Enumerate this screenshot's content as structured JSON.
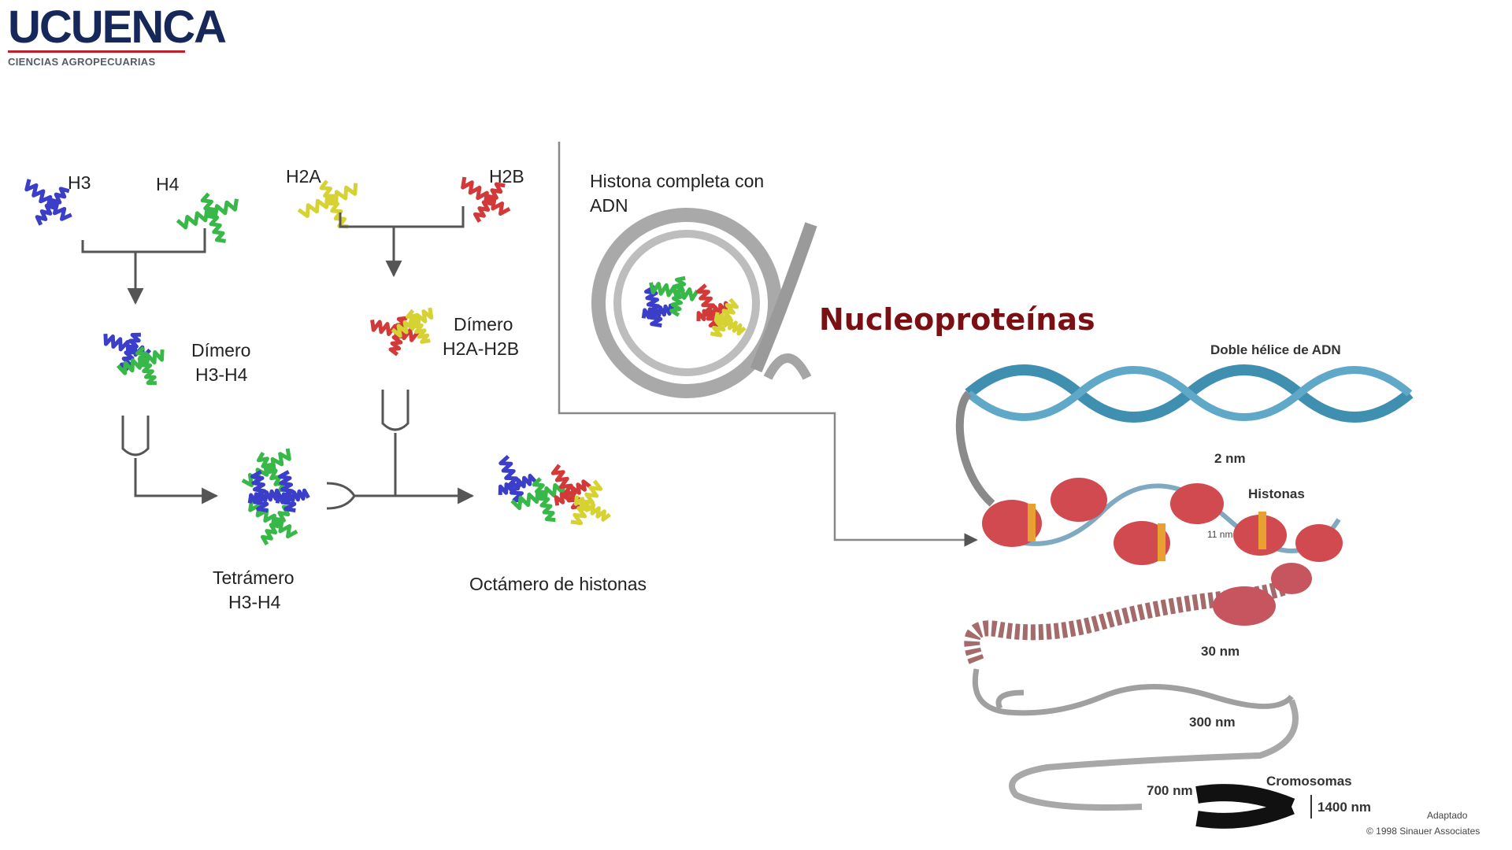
{
  "logo": {
    "main": "UCUENCA",
    "sub": "CIENCIAS AGROPECUARIAS"
  },
  "title": "Nucleoproteínas",
  "colors": {
    "title": "#7a0f14",
    "h3": "#3a3ec8",
    "h4": "#39b84a",
    "h2a": "#d6d234",
    "h2b": "#d23a3a",
    "dna": "#9a9a9a",
    "histone_bead": "#d04a50",
    "helix": "#3f8fb0"
  },
  "assembly": {
    "h3": "H3",
    "h4": "H4",
    "h2a": "H2A",
    "h2b": "H2B",
    "dimer_h3h4": [
      "Dímero",
      "H3-H4"
    ],
    "dimer_h2ah2b": [
      "Dímero",
      "H2A-H2B"
    ],
    "tetramer": [
      "Tetrámero",
      "H3-H4"
    ],
    "octamer": "Octámero de histonas"
  },
  "nucleosome": {
    "caption": [
      "Histona completa con",
      "ADN"
    ]
  },
  "chromatin": {
    "double_helix": "Doble hélice de ADN",
    "nm2": "2 nm",
    "histonas": "Histonas",
    "nm11": "11 nm",
    "nm30": "30 nm",
    "nm300": "300 nm",
    "nm700": "700 nm",
    "cromosomas": "Cromosomas",
    "nm1400": "1400 nm",
    "credit": [
      "Adaptado",
      "© 1998 Sinauer Associates"
    ]
  }
}
